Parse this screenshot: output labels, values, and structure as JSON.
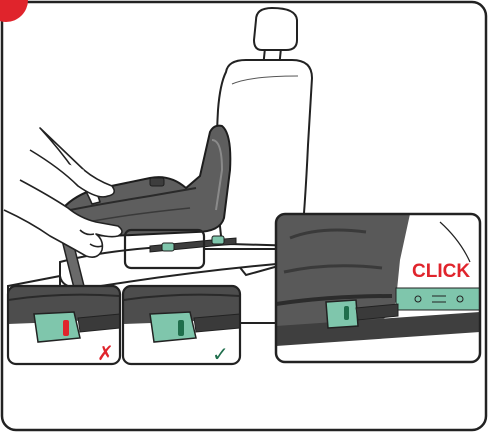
{
  "figure": {
    "step_badge_color": "#e0242c",
    "click_label": "CLICK",
    "click_color": "#e0242c",
    "indicator_colors": {
      "wrong": "#e0242c",
      "correct": "#1f6e4c"
    },
    "wrong_mark": "✗",
    "correct_mark": "✓",
    "connector_color": "#7fc6ac",
    "icons": [
      "step-badge-icon",
      "car-seat-illustration",
      "hands-illustration",
      "isofix-base-illustration",
      "zoom-click-icon",
      "wrong-indicator-icon",
      "correct-indicator-icon"
    ]
  }
}
